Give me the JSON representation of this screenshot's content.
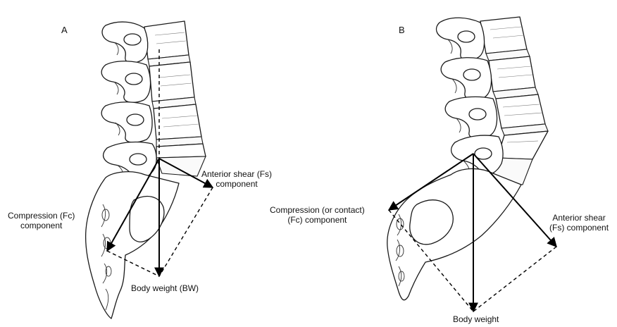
{
  "panels": {
    "a": {
      "letter": "A",
      "labels": {
        "anterior_shear_line1": "Anterior shear (Fs)",
        "anterior_shear_line2": "component",
        "compression_line1": "Compression (Fc)",
        "compression_line2": "component",
        "body_weight": "Body weight (BW)"
      }
    },
    "b": {
      "letter": "B",
      "labels": {
        "compression_line1": "Compression (or contact)",
        "compression_line2": "(Fc) component",
        "anterior_shear_line1": "Anterior shear",
        "anterior_shear_line2": "(Fs) component",
        "body_weight": "Body weight"
      }
    }
  }
}
